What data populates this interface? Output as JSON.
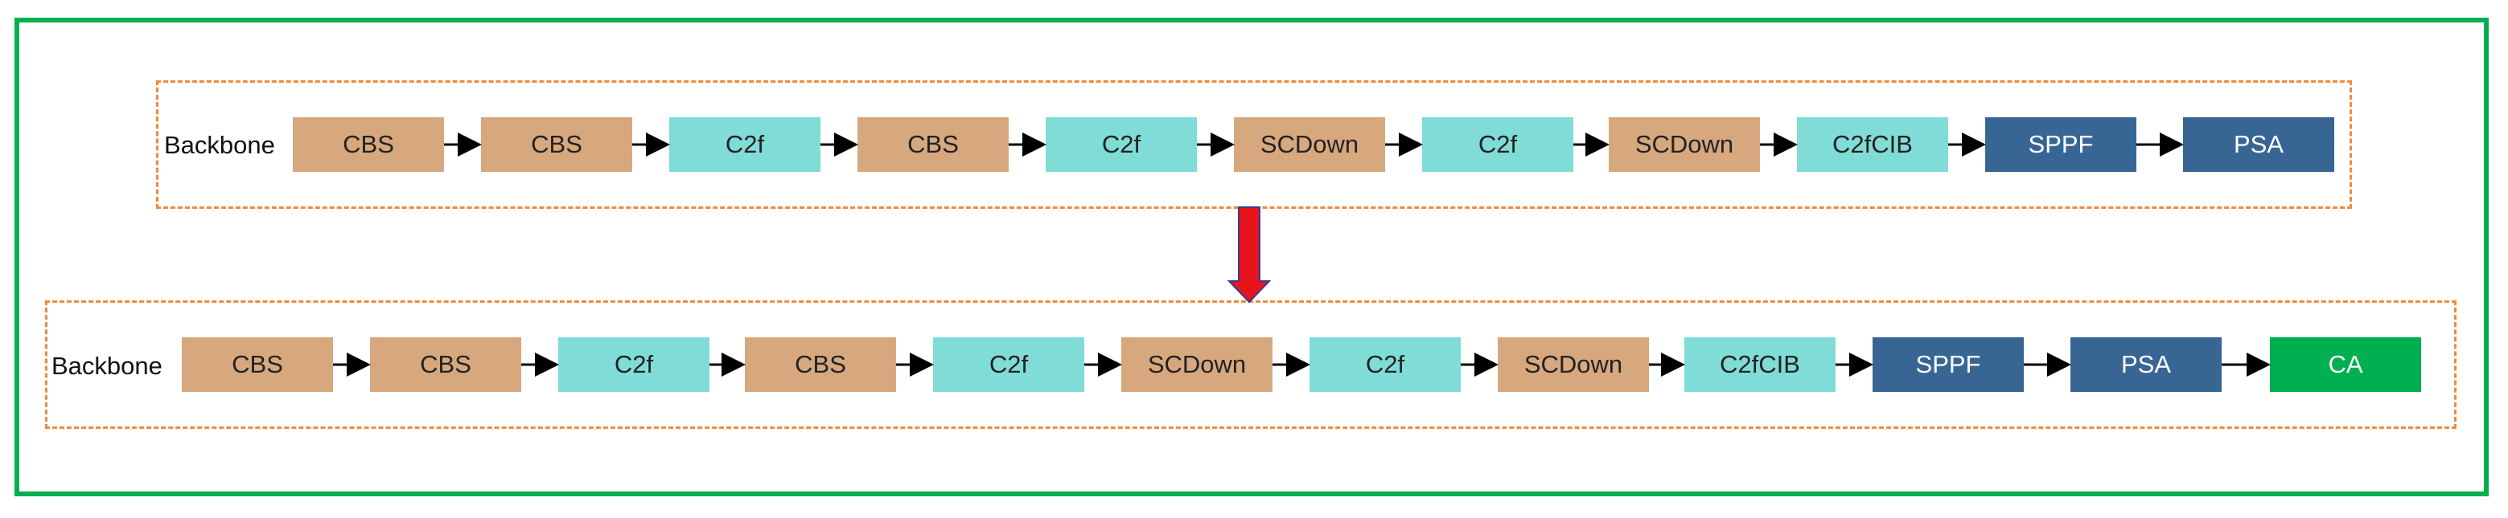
{
  "diagram": {
    "rows": [
      {
        "label": "Backbone",
        "blocks": [
          {
            "text": "CBS",
            "color": "#d7a87e"
          },
          {
            "text": "CBS",
            "color": "#d7a87e"
          },
          {
            "text": "C2f",
            "color": "#80dcd6"
          },
          {
            "text": "CBS",
            "color": "#d7a87e"
          },
          {
            "text": "C2f",
            "color": "#80dcd6"
          },
          {
            "text": "SCDown",
            "color": "#d7a87e"
          },
          {
            "text": "C2f",
            "color": "#80dcd6"
          },
          {
            "text": "SCDown",
            "color": "#d7a87e"
          },
          {
            "text": "C2fCIB",
            "color": "#80dcd6"
          },
          {
            "text": "SPPF",
            "color": "#386694"
          },
          {
            "text": "PSA",
            "color": "#386694"
          }
        ]
      },
      {
        "label": "Backbone",
        "blocks": [
          {
            "text": "CBS",
            "color": "#d7a87e"
          },
          {
            "text": "CBS",
            "color": "#d7a87e"
          },
          {
            "text": "C2f",
            "color": "#80dcd6"
          },
          {
            "text": "CBS",
            "color": "#d7a87e"
          },
          {
            "text": "C2f",
            "color": "#80dcd6"
          },
          {
            "text": "SCDown",
            "color": "#d7a87e"
          },
          {
            "text": "C2f",
            "color": "#80dcd6"
          },
          {
            "text": "SCDown",
            "color": "#d7a87e"
          },
          {
            "text": "C2fCIB",
            "color": "#80dcd6"
          },
          {
            "text": "SPPF",
            "color": "#386694"
          },
          {
            "text": "PSA",
            "color": "#386694"
          },
          {
            "text": "CA",
            "color": "#00b050"
          }
        ]
      }
    ],
    "colors": {
      "frame": "#00b050",
      "dashed_border": "#f08a3c",
      "transition_arrow": "#e8141c"
    }
  }
}
